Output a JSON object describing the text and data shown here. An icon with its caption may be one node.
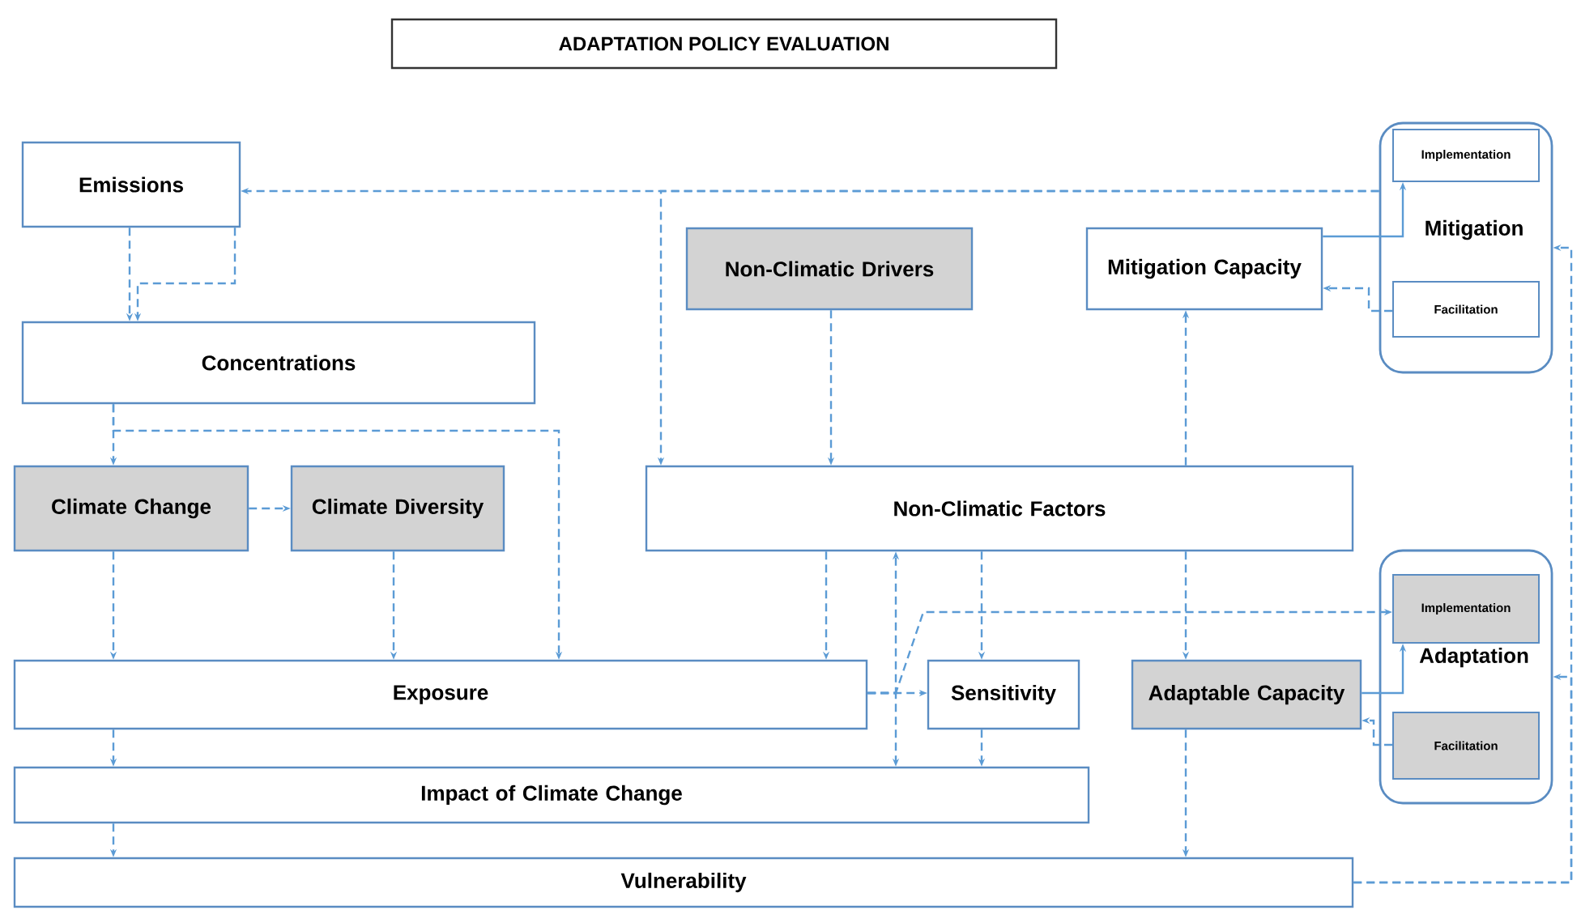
{
  "diagram": {
    "title": "ADAPTATION POLICY EVALUATION",
    "nodes": [
      {
        "text": [
          "Emissions"
        ]
      },
      {
        "text": [
          "Concentrations"
        ]
      },
      {
        "text": [
          "Climate Change"
        ]
      },
      {
        "text": [
          "Climate Diversity"
        ]
      },
      {
        "text": [
          "Non-Climatic Drivers"
        ]
      },
      {
        "text": [
          "Mitigation Capacity"
        ]
      },
      {
        "text": [
          "Mitigation"
        ]
      },
      {
        "text": [
          "Implementation"
        ],
        "in": 6
      },
      {
        "text": [
          "Facilitation"
        ],
        "in": 6
      },
      {
        "text": [
          "Non-Climatic Factors"
        ]
      },
      {
        "text": [
          "Exposure"
        ]
      },
      {
        "text": [
          "Sensitivity"
        ]
      },
      {
        "text": [
          "Adaptable Capacity"
        ]
      },
      {
        "text": [
          "Adaptation"
        ]
      },
      {
        "text": [
          "Implementation"
        ],
        "in": 13
      },
      {
        "text": [
          "Facilitation"
        ],
        "in": 13
      },
      {
        "text": [
          "Impact of Climate Change"
        ]
      },
      {
        "text": [
          "Vulnerability"
        ]
      }
    ],
    "edges": [
      {
        "from": 0,
        "to": 1,
        "arrow": "to",
        "style": "dashed"
      },
      {
        "from": 0,
        "to": 1,
        "arrow": "to",
        "style": "dashed"
      },
      {
        "from": 6,
        "to": 0,
        "arrow": "to",
        "style": "dashed"
      },
      {
        "from": 6,
        "to": 9,
        "arrow": "to",
        "style": "dashed"
      },
      {
        "from": 4,
        "to": 9,
        "arrow": "to",
        "style": "dashed"
      },
      {
        "from": 9,
        "to": 5,
        "arrow": "to",
        "style": "dashed"
      },
      {
        "from": 5,
        "to": 7,
        "arrow": "to"
      },
      {
        "from": 8,
        "to": 5,
        "arrow": "to",
        "style": "dashed"
      },
      {
        "from": 1,
        "to": 2,
        "arrow": "to",
        "style": "dashed"
      },
      {
        "from": 1,
        "to": 10,
        "arrow": "to",
        "style": "dashed"
      },
      {
        "from": 2,
        "to": 3,
        "arrow": "to",
        "style": "dashed"
      },
      {
        "from": 2,
        "to": 10,
        "arrow": "to",
        "style": "dashed"
      },
      {
        "from": 3,
        "to": 10,
        "arrow": "to",
        "style": "dashed"
      },
      {
        "from": 9,
        "to": 10,
        "arrow": "to",
        "style": "dashed"
      },
      {
        "from": 9,
        "to": 11,
        "arrow": "to",
        "style": "dashed"
      },
      {
        "from": 9,
        "to": 12,
        "arrow": "to",
        "style": "dashed"
      },
      {
        "from": 10,
        "to": 11,
        "arrow": "to",
        "style": "dashed"
      },
      {
        "from": 10,
        "to": 9,
        "arrow": "to",
        "style": "dashed"
      },
      {
        "from": 10,
        "to": 16,
        "arrow": "to",
        "style": "dashed"
      },
      {
        "from": 10,
        "to": 14,
        "arrow": "to",
        "style": "dashed"
      },
      {
        "from": 11,
        "to": 16,
        "arrow": "to",
        "style": "dashed"
      },
      {
        "from": 10,
        "to": 16,
        "arrow": "to",
        "style": "dashed"
      },
      {
        "from": 16,
        "to": 17,
        "arrow": "to",
        "style": "dashed"
      },
      {
        "from": 12,
        "to": 17,
        "arrow": "to",
        "style": "dashed"
      },
      {
        "from": 12,
        "to": 14,
        "arrow": "to"
      },
      {
        "from": 15,
        "to": 12,
        "arrow": "to",
        "style": "dashed"
      },
      {
        "from": 17,
        "to": 6,
        "arrow": "to",
        "style": "dashed"
      },
      {
        "from": 17,
        "to": 13,
        "arrow": "to",
        "style": "dashed"
      }
    ]
  }
}
